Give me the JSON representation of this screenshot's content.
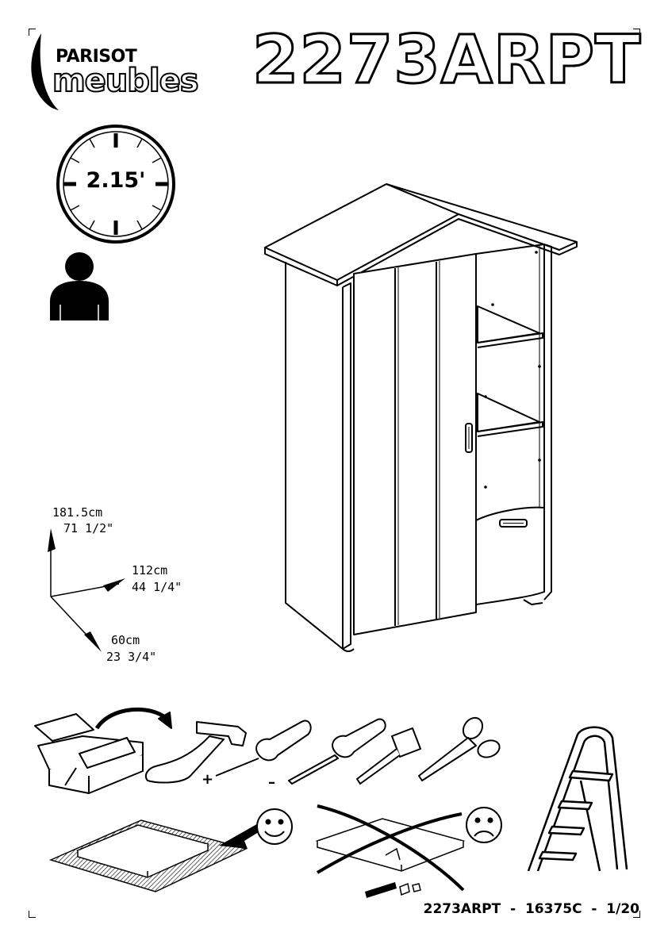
{
  "header": {
    "brand_top": "PARISOT",
    "brand_bottom": "meubles",
    "model": "2273ARPT"
  },
  "assembly_time": "2.15'",
  "persons_required_icon": "one-person-icon",
  "dimensions": {
    "height_metric": "181.5cm",
    "height_imperial": "71 1/2\"",
    "width_metric": "112cm",
    "width_imperial": "44 1/4\"",
    "depth_metric": "60cm",
    "depth_imperial": "23 3/4\""
  },
  "tools": {
    "plus_sign": "+",
    "minus_sign": "–",
    "items": [
      "toolbox-icon",
      "hammer-icon",
      "phillips-screwdriver-icon",
      "flat-screwdriver-icon",
      "tape-measure-icon",
      "scissors-icon",
      "stepladder-icon"
    ]
  },
  "footer": {
    "reference": "2273ARPT  -  16375C  -  1/20"
  }
}
